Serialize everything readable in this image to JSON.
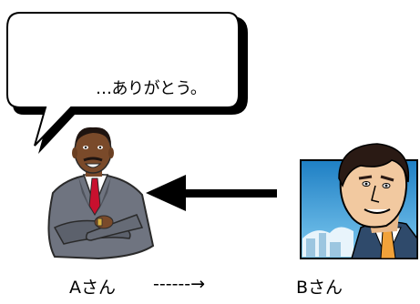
{
  "speech_bubble": {
    "text": "…ありがとう。"
  },
  "labels": {
    "person_a": "Aさん",
    "connector": "------→",
    "person_b": "Bさん"
  },
  "colors": {
    "arrow": "#000000",
    "suit_a": "#6f7480",
    "tie_a": "#c8102e",
    "skin_a": "#7a4a2a",
    "sky_b": "#3aa0dc",
    "skin_b": "#f2c9a0",
    "tie_b": "#f2a23a"
  },
  "icons": [
    "speech-bubble-icon",
    "businessman-a-illustration",
    "businessman-b-portrait",
    "left-arrow-icon"
  ]
}
